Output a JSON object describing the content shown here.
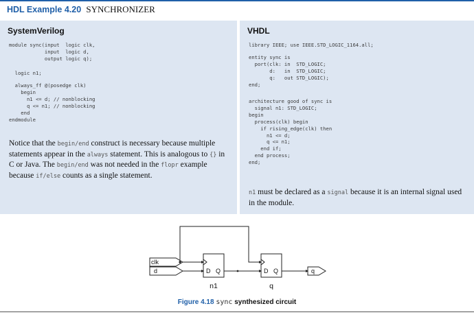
{
  "example": {
    "label": "HDL Example 4.20",
    "title": "SYNCHRONIZER"
  },
  "systemverilog": {
    "heading": "SystemVerilog",
    "code1": "module sync(input  logic clk,\n            input  logic d,\n            output logic q);",
    "code2": "  logic n1;",
    "code3": "  always_ff @(posedge clk)\n    begin\n      n1 <= d; // nonblocking\n      q <= n1; // nonblocking\n    end\nendmodule",
    "prose": {
      "p1": "Notice that the ",
      "begin_end": "begin/end",
      "p2": " construct is necessary because multiple statements appear in the ",
      "always": "always",
      "p3": " statement. This is analogous to ",
      "braces": "{}",
      "p4": " in C or Java. The ",
      "begin_end2": "begin/end",
      "p5": " was not needed in the ",
      "flopr": "flopr",
      "p6": " example because ",
      "if_else": "if/else",
      "p7": " counts as a single statement."
    }
  },
  "vhdl": {
    "heading": "VHDL",
    "code1": "library IEEE; use IEEE.STD_LOGIC_1164.all;",
    "code2": "entity sync is\n  port(clk: in  STD_LOGIC;\n       d:   in  STD_LOGIC;\n       q:   out STD_LOGIC);\nend;",
    "code3": "architecture good of sync is\n  signal n1: STD_LOGIC;\nbegin\n  process(clk) begin\n    if rising_edge(clk) then\n      n1 <= d;\n      q <= n1;\n    end if;\n  end process;\nend;",
    "prose": {
      "n1": "n1",
      "p1": " must be declared as a ",
      "signal": "signal",
      "p2": " because it is an internal signal used in the module."
    }
  },
  "figure": {
    "ports": {
      "clk": "clk",
      "d": "d",
      "q": "q"
    },
    "flop1": {
      "d": "D",
      "q": "Q",
      "name": "n1"
    },
    "flop2": {
      "d": "D",
      "q": "Q",
      "name": "q"
    },
    "caption": {
      "label": "Figure 4.18",
      "mono": "sync",
      "text": "synthesized circuit"
    }
  },
  "colors": {
    "accent": "#1f5fa8",
    "panel": "#dde6f2"
  }
}
